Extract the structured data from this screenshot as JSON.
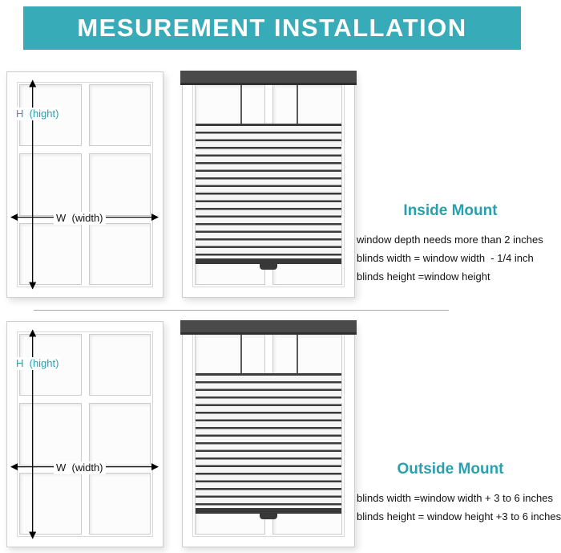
{
  "header": {
    "title": "MESUREMENT INSTALLATION"
  },
  "colors": {
    "banner_bg": "#38abb9",
    "banner_text": "#ffffff",
    "accent_teal": "#2b9fad",
    "arrow": "#000000",
    "rail_dark": "#4a4a4a"
  },
  "diagram_labels": {
    "height": "H  (hight)",
    "width": "W  (width)"
  },
  "sections": [
    {
      "heading": "Inside Mount",
      "lines": [
        "window depth needs more than 2 inches",
        "blinds width = window width  - 1/4 inch",
        "blinds height =window height"
      ]
    },
    {
      "heading": "Outside Mount",
      "lines": [
        "blinds width =window width + 3 to 6 inches",
        "blinds height = window height +3 to 6 inches"
      ]
    }
  ]
}
